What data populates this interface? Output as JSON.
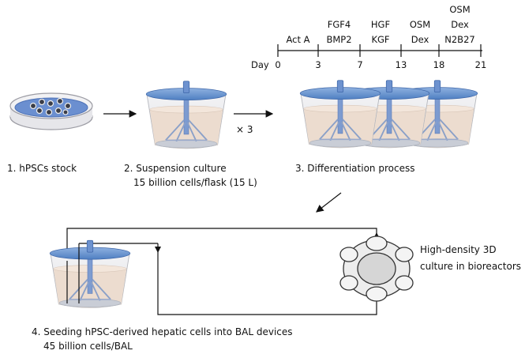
{
  "timeline": {
    "day_label": "Day",
    "ticks": [
      "0",
      "3",
      "7",
      "13",
      "18",
      "21"
    ],
    "factors": [
      {
        "lines": [
          "Act A"
        ]
      },
      {
        "lines": [
          "FGF4",
          "BMP2"
        ]
      },
      {
        "lines": [
          "HGF",
          "KGF"
        ]
      },
      {
        "lines": [
          "OSM",
          "Dex"
        ]
      },
      {
        "lines": [
          "OSM",
          "Dex",
          "N2B27"
        ]
      }
    ]
  },
  "steps": {
    "step1": "1. hPSCs stock",
    "step2": "2. Suspension culture",
    "step2_sub": "15 billion cells/flask (15 L)",
    "multiplier": "× 3",
    "step3": "3. Differentiation process",
    "step4": "4. Seeding hPSC-derived hepatic cells into BAL devices",
    "step4_sub": "45 billion cells/BAL"
  },
  "bioreactor": {
    "line1": "High-density 3D",
    "line2": "culture in bioreactors"
  },
  "colors": {
    "lid_blue": "#7ea3d6",
    "lid_dark": "#3f6fb4",
    "medium": "#eadcd0",
    "dish": "#6b8fd0"
  }
}
